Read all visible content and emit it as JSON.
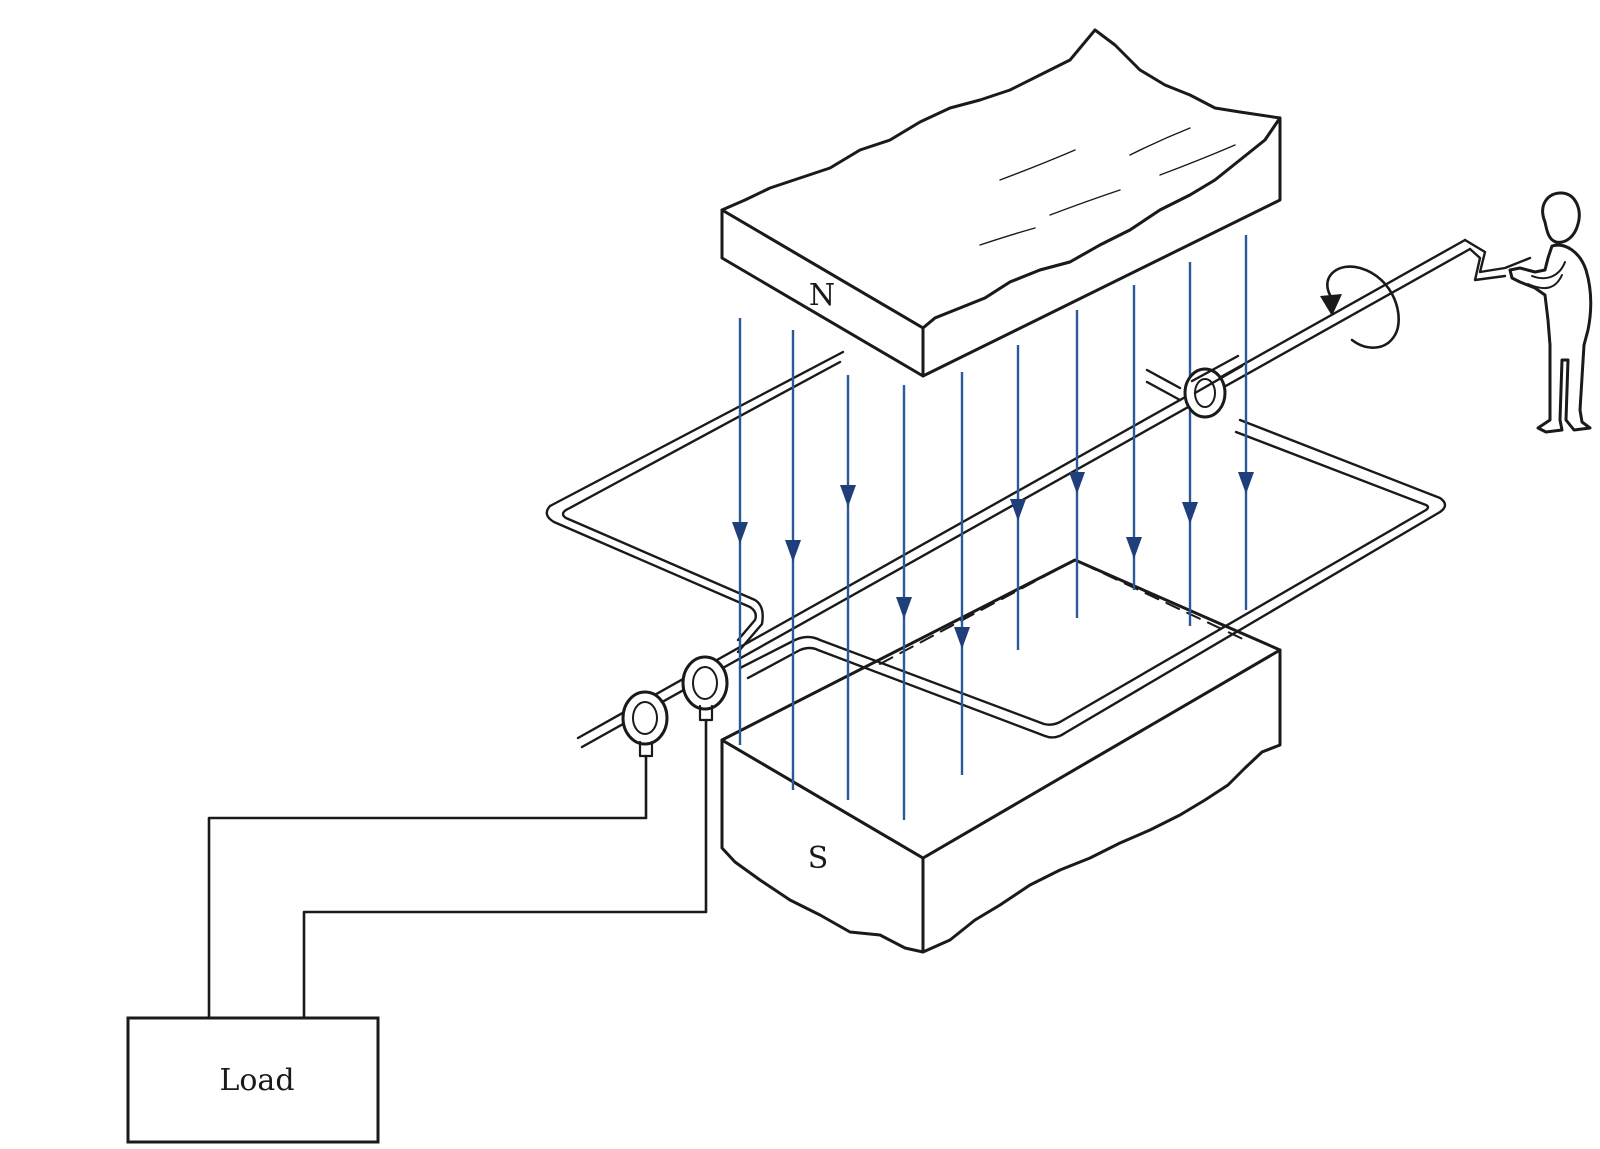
{
  "diagram": {
    "north_pole_label": "N",
    "south_pole_label": "S",
    "load_label": "Load"
  },
  "colors": {
    "ink": "#1a1a1a",
    "field_line": "#2c5a98",
    "field_arrow": "#1f3f7a",
    "background": "#ffffff"
  },
  "icons": [
    "rotation-arrow-icon",
    "person-cranking-figure"
  ]
}
